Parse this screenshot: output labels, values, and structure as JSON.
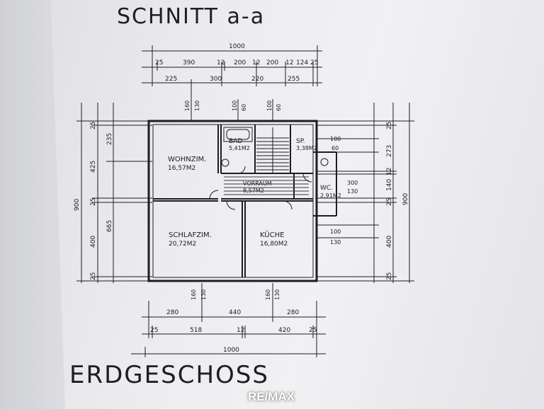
{
  "titles": {
    "section": "SCHNITT a-a",
    "floor": "ERDGESCHOSS"
  },
  "rooms": {
    "wohnzimmer": {
      "name": "WOHNZIM.",
      "area": "16,57M2"
    },
    "bad": {
      "name": "BAD",
      "area": "5,41M2"
    },
    "speis": {
      "name": "SP.",
      "area": "3,38M2"
    },
    "vorraum": {
      "name": "VORRAUM",
      "area": "8,57M2"
    },
    "wc": {
      "name": "WC.",
      "area": "2,91M2"
    },
    "schlafzimmer": {
      "name": "SCHLAFZIM.",
      "area": "20,72M2"
    },
    "kueche": {
      "name": "KÜCHE",
      "area": "16,80M2"
    }
  },
  "dimensions": {
    "top_total": "1000",
    "top_row1": [
      "25",
      "390",
      "12",
      "200",
      "12",
      "200",
      "12",
      "124",
      "25"
    ],
    "top_row2": [
      "225",
      "300",
      "220",
      "255"
    ],
    "top_openings": [
      "160",
      "130",
      "100",
      "60",
      "100",
      "60"
    ],
    "left_row_outer": [
      "900"
    ],
    "left_row_mid": [
      "25",
      "425",
      "25",
      "400",
      "25"
    ],
    "left_row_inner": [
      "235",
      "665"
    ],
    "right_row_inner": [
      "100",
      "60",
      "300",
      "130",
      "100",
      "130"
    ],
    "right_row_mid": [
      "25",
      "273",
      "12",
      "140",
      "25",
      "400",
      "25"
    ],
    "right_row_outer": [
      "900"
    ],
    "bottom_openings": [
      "160",
      "130",
      "160",
      "130"
    ],
    "bottom_row1": [
      "280",
      "440",
      "280"
    ],
    "bottom_row2": [
      "25",
      "518",
      "12",
      "420",
      "25"
    ],
    "bottom_total": "1000"
  },
  "logo": "RE/MAX"
}
